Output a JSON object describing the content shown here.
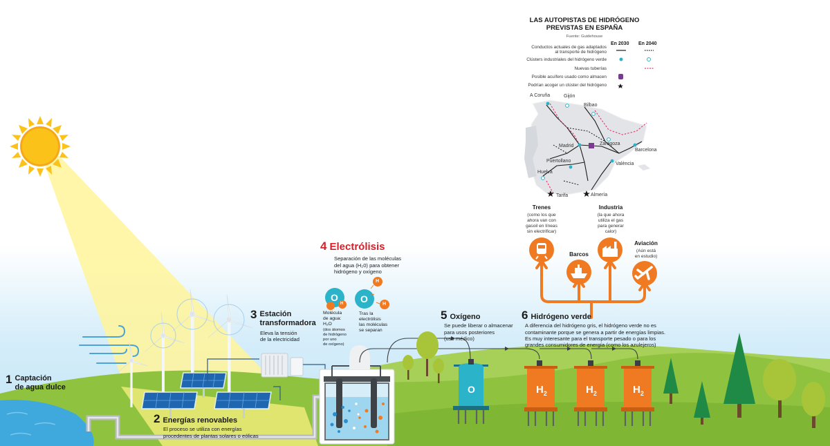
{
  "colors": {
    "sky": "#bfe3f5",
    "grass": "#8fc33f",
    "grass_light": "#a6d057",
    "water": "#3fa9de",
    "sun": "#fbc21a",
    "beam": "#fff59a",
    "orange": "#f07a22",
    "teal": "#2ab3c9",
    "pipe": "#b8bcbf",
    "red": "#d6202a",
    "map": "#e2e4e7"
  },
  "steps": {
    "s1": {
      "num": "1",
      "title": "Captación\nde agua dulce"
    },
    "s2": {
      "num": "2",
      "title": "Energías renovables",
      "desc": "El proceso se utiliza con energías\nprocedentes de plantas solares o eólicas"
    },
    "s3": {
      "num": "3",
      "title": "Estación\ntransformadora",
      "desc": "Eleva la tensión\nde la electricidad"
    },
    "s4": {
      "num": "4",
      "title": "Electrólisis",
      "desc": "Separación de las moléculas\ndel agua (H₂0) para obtener\nhidrógeno y oxígeno",
      "molecule": "Molécula\nde agua:\nH₂O",
      "molecule_note": "(dos átomos\nde hidrógeno\npor uno\nde oxígeno)",
      "after": "Tras la\nelectrólisis\nlas moléculas\nse separan"
    },
    "s5": {
      "num": "5",
      "title": "Oxígeno",
      "desc": "Se puede liberar o almacenar\npara usos posteriores\n(uso médico)"
    },
    "s6": {
      "num": "6",
      "title": "Hidrógeno verde",
      "desc": "A diferencia del hidrógeno gris, el hidrógeno verde no es\ncontaminante porque se genera a partir de energías limpias.\nEs muy interesante para el transporte pesado o para los\ngrandes consumidores de energía (como los azulejeros)"
    }
  },
  "symbols": {
    "o": "O",
    "h": "H",
    "h2": "H",
    "sub2": "2"
  },
  "map": {
    "title": "LAS AUTOPISTAS DE HIDRÓGENO\nPREVISTAS EN ESPAÑA",
    "source": "Fuente: Guidehouse",
    "col_2030": "En 2030",
    "col_2040": "En 2040",
    "legend": [
      "Conductos actuales de gas adaptados\nal transporte de hidrógeno",
      "Clústers industriales del hidrógeno verde",
      "Nuevas tuberías",
      "Posible acuífero usado como almacen",
      "Podrían acoger un clúster del hidrógeno"
    ],
    "cities": [
      "A Coruña",
      "Gijón",
      "Bilbao",
      "Madrid",
      "Zaragoza",
      "Barcelona",
      "Puertollano",
      "València",
      "Huelva",
      "Tarifa",
      "Almería"
    ]
  },
  "uses": {
    "trenes": {
      "title": "Trenes",
      "desc": "(como los que\nahora van con\ngasoil en líneas\nsin electrificar)"
    },
    "barcos": {
      "title": "Barcos"
    },
    "industria": {
      "title": "Industria",
      "desc": "(la que ahora\nutiliza el gas\npara generar\ncalor)"
    },
    "aviacion": {
      "title": "Aviación",
      "desc": "(Aún está\nen estudio)"
    }
  },
  "icons": [
    "sun-icon",
    "wind-turbine-icon",
    "solar-panel-icon",
    "transformer-icon",
    "electrolyzer-icon",
    "oxygen-tank-icon",
    "hydrogen-tank-icon",
    "train-icon",
    "ship-icon",
    "factory-icon",
    "plane-icon",
    "tree-icon",
    "wind-swirl-icon",
    "star-icon",
    "aquifer-icon"
  ]
}
